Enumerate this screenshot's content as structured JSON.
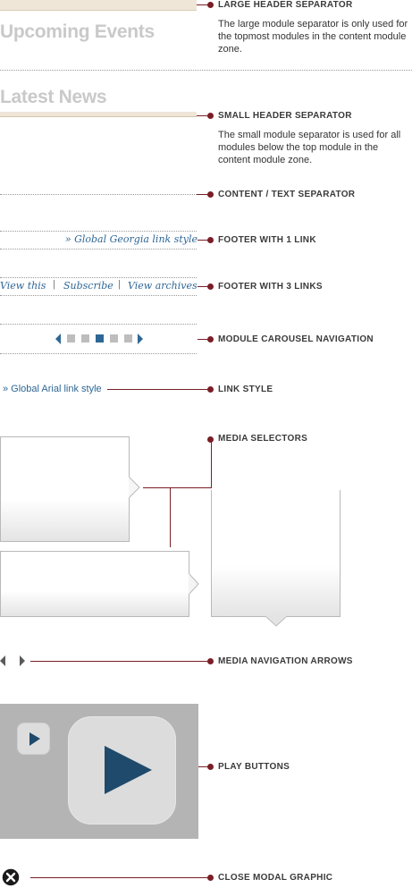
{
  "labels": {
    "large_header_separator": "LARGE HEADER SEPARATOR",
    "small_header_separator": "SMALL HEADER SEPARATOR",
    "content_text_separator": "CONTENT / TEXT SEPARATOR",
    "footer_1_link": "FOOTER WITH 1 LINK",
    "footer_3_links": "FOOTER WITH 3 LINKS",
    "module_carousel_navigation": "MODULE CAROUSEL NAVIGATION",
    "link_style": "LINK STYLE",
    "media_selectors": "MEDIA SELECTORS",
    "media_navigation_arrows": "MEDIA NAVIGATION ARROWS",
    "play_buttons": "PLAY BUTTONS",
    "close_modal_graphic": "CLOSE MODAL GRAPHIC"
  },
  "descriptions": {
    "large": "The large module separator is only used for the topmost modules in the content module zone.",
    "small": "The small module separator is used for all modules below the top module in the content module zone."
  },
  "headings": {
    "upcoming_events": "Upcoming Events",
    "latest_news": "Latest News"
  },
  "footer_1": {
    "link": "» Global Georgia link style"
  },
  "footer_3": {
    "links": [
      "View this",
      "Subscribe",
      "View archives"
    ],
    "separator": "|"
  },
  "carousel": {
    "pages": 5,
    "active_index": 2
  },
  "link_style": {
    "text": "» Global Arial link style"
  },
  "colors": {
    "accent": "#7a1e26",
    "link": "#2e6795",
    "carousel_active": "#2e6795",
    "carousel_inactive": "#bdbdbd",
    "heading": "#c9c9c9",
    "play_bg": "#b4b4b4",
    "play_arrow": "#1f4a6b",
    "separator_band": "#efe6d8"
  },
  "icons": {
    "carousel_prev": "triangle-left",
    "carousel_next": "triangle-right",
    "media_prev": "triangle-left",
    "media_next": "triangle-right",
    "play": "play-triangle",
    "close": "x-circle"
  }
}
